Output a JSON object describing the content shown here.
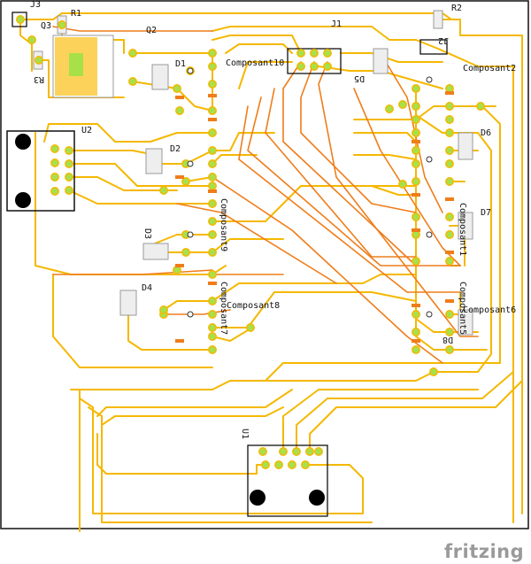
{
  "board": {
    "components": [
      "J3",
      "R1",
      "Q3",
      "R3",
      "Q2",
      "D1",
      "Composant10",
      "J1",
      "D5",
      "J2",
      "R2",
      "Composant2",
      "U2",
      "D2",
      "D6",
      "D3",
      "D7",
      "Composant9",
      "Composant1",
      "D4",
      "Composant8",
      "Composant7",
      "Composant6",
      "D8",
      "Composant5",
      "U1"
    ]
  },
  "branding": {
    "label": "fritzing"
  },
  "colors": {
    "trace_top": "#f5b800",
    "trace_bottom": "#ef7d1a",
    "pad": "#a8e04a",
    "outline": "#111111"
  }
}
